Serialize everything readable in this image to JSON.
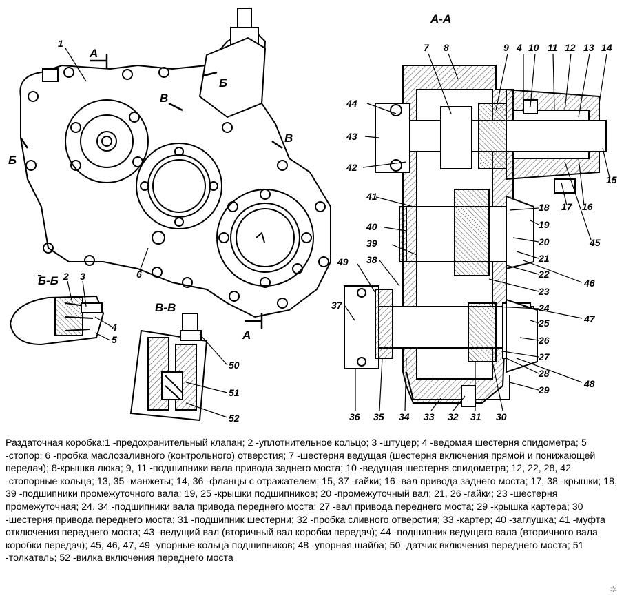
{
  "caption": "Раздаточная коробка:1 -предохранительный клапан; 2 -уплотнительное кольцо; 3 -штуцер; 4 -ведомая шестерня спидометра; 5 -стопор; 6 -пробка маслозаливного (контрольного) отверстия; 7 -шестерня ведущая (шестерня включения прямой и понижающей передач); 8-крышка люка; 9, 11 -подшипники вала привода заднего моста; 10 -ведущая шестерня спидометра; 12, 22, 28, 42 -стопорные кольца; 13, 35 -манжеты; 14, 36 -фланцы с отражателем; 15, 37 -гайки; 16 -вал привода заднего моста; 17, 38 -крышки; 18, 39 -подшипники промежуточного вала; 19, 25 -крышки подшипников; 20 -промежуточный вал; 21, 26 -гайки; 23 -шестерня промежуточная; 24, 34 -подшипники вала привода переднего моста; 27 -вал привода переднего моста; 29 -крышка картера; 30 -шестерня привода переднего моста; 31 -подшипник шестерни; 32 -пробка сливного отверстия; 33 -картер; 40 -заглушка; 41 -муфта отключения переднего моста; 43 -ведущий вал (вторичный вал коробки передач); 44 -подшипник ведущего вала (вторичного вала коробки передач); 45, 46, 47, 49 -упорные кольца подшипников; 48 -упорная шайба; 50 -датчик включения переднего моста; 51 -толкатель; 52 -вилка включения переднего моста",
  "sections": {
    "aa": "А-А",
    "bb": "Б-Б",
    "vv": "В-В"
  },
  "cut_marks": {
    "a": "А",
    "b": "Б",
    "v": "В"
  },
  "callouts": {
    "c1": "1",
    "c2": "2",
    "c3": "3",
    "c4a": "4",
    "c4": "4",
    "c5": "5",
    "c6": "6",
    "c7": "7",
    "c8": "8",
    "c9": "9",
    "c10": "10",
    "c11": "11",
    "c12": "12",
    "c13": "13",
    "c14": "14",
    "c15": "15",
    "c16": "16",
    "c17": "17",
    "c18": "18",
    "c19": "19",
    "c20": "20",
    "c21": "21",
    "c22": "22",
    "c23": "23",
    "c24": "24",
    "c25": "25",
    "c26": "26",
    "c27": "27",
    "c28": "28",
    "c29": "29",
    "c30": "30",
    "c31": "31",
    "c32": "32",
    "c33": "33",
    "c34": "34",
    "c35": "35",
    "c36": "36",
    "c37": "37",
    "c38": "38",
    "c39": "39",
    "c40": "40",
    "c41": "41",
    "c42": "42",
    "c43": "43",
    "c44": "44",
    "c45": "45",
    "c46": "46",
    "c47": "47",
    "c48": "48",
    "c49": "49",
    "c50": "50",
    "c51": "51",
    "c52": "52"
  },
  "colors": {
    "ink": "#000000",
    "hatch": "#555555",
    "paper": "#ffffff"
  }
}
